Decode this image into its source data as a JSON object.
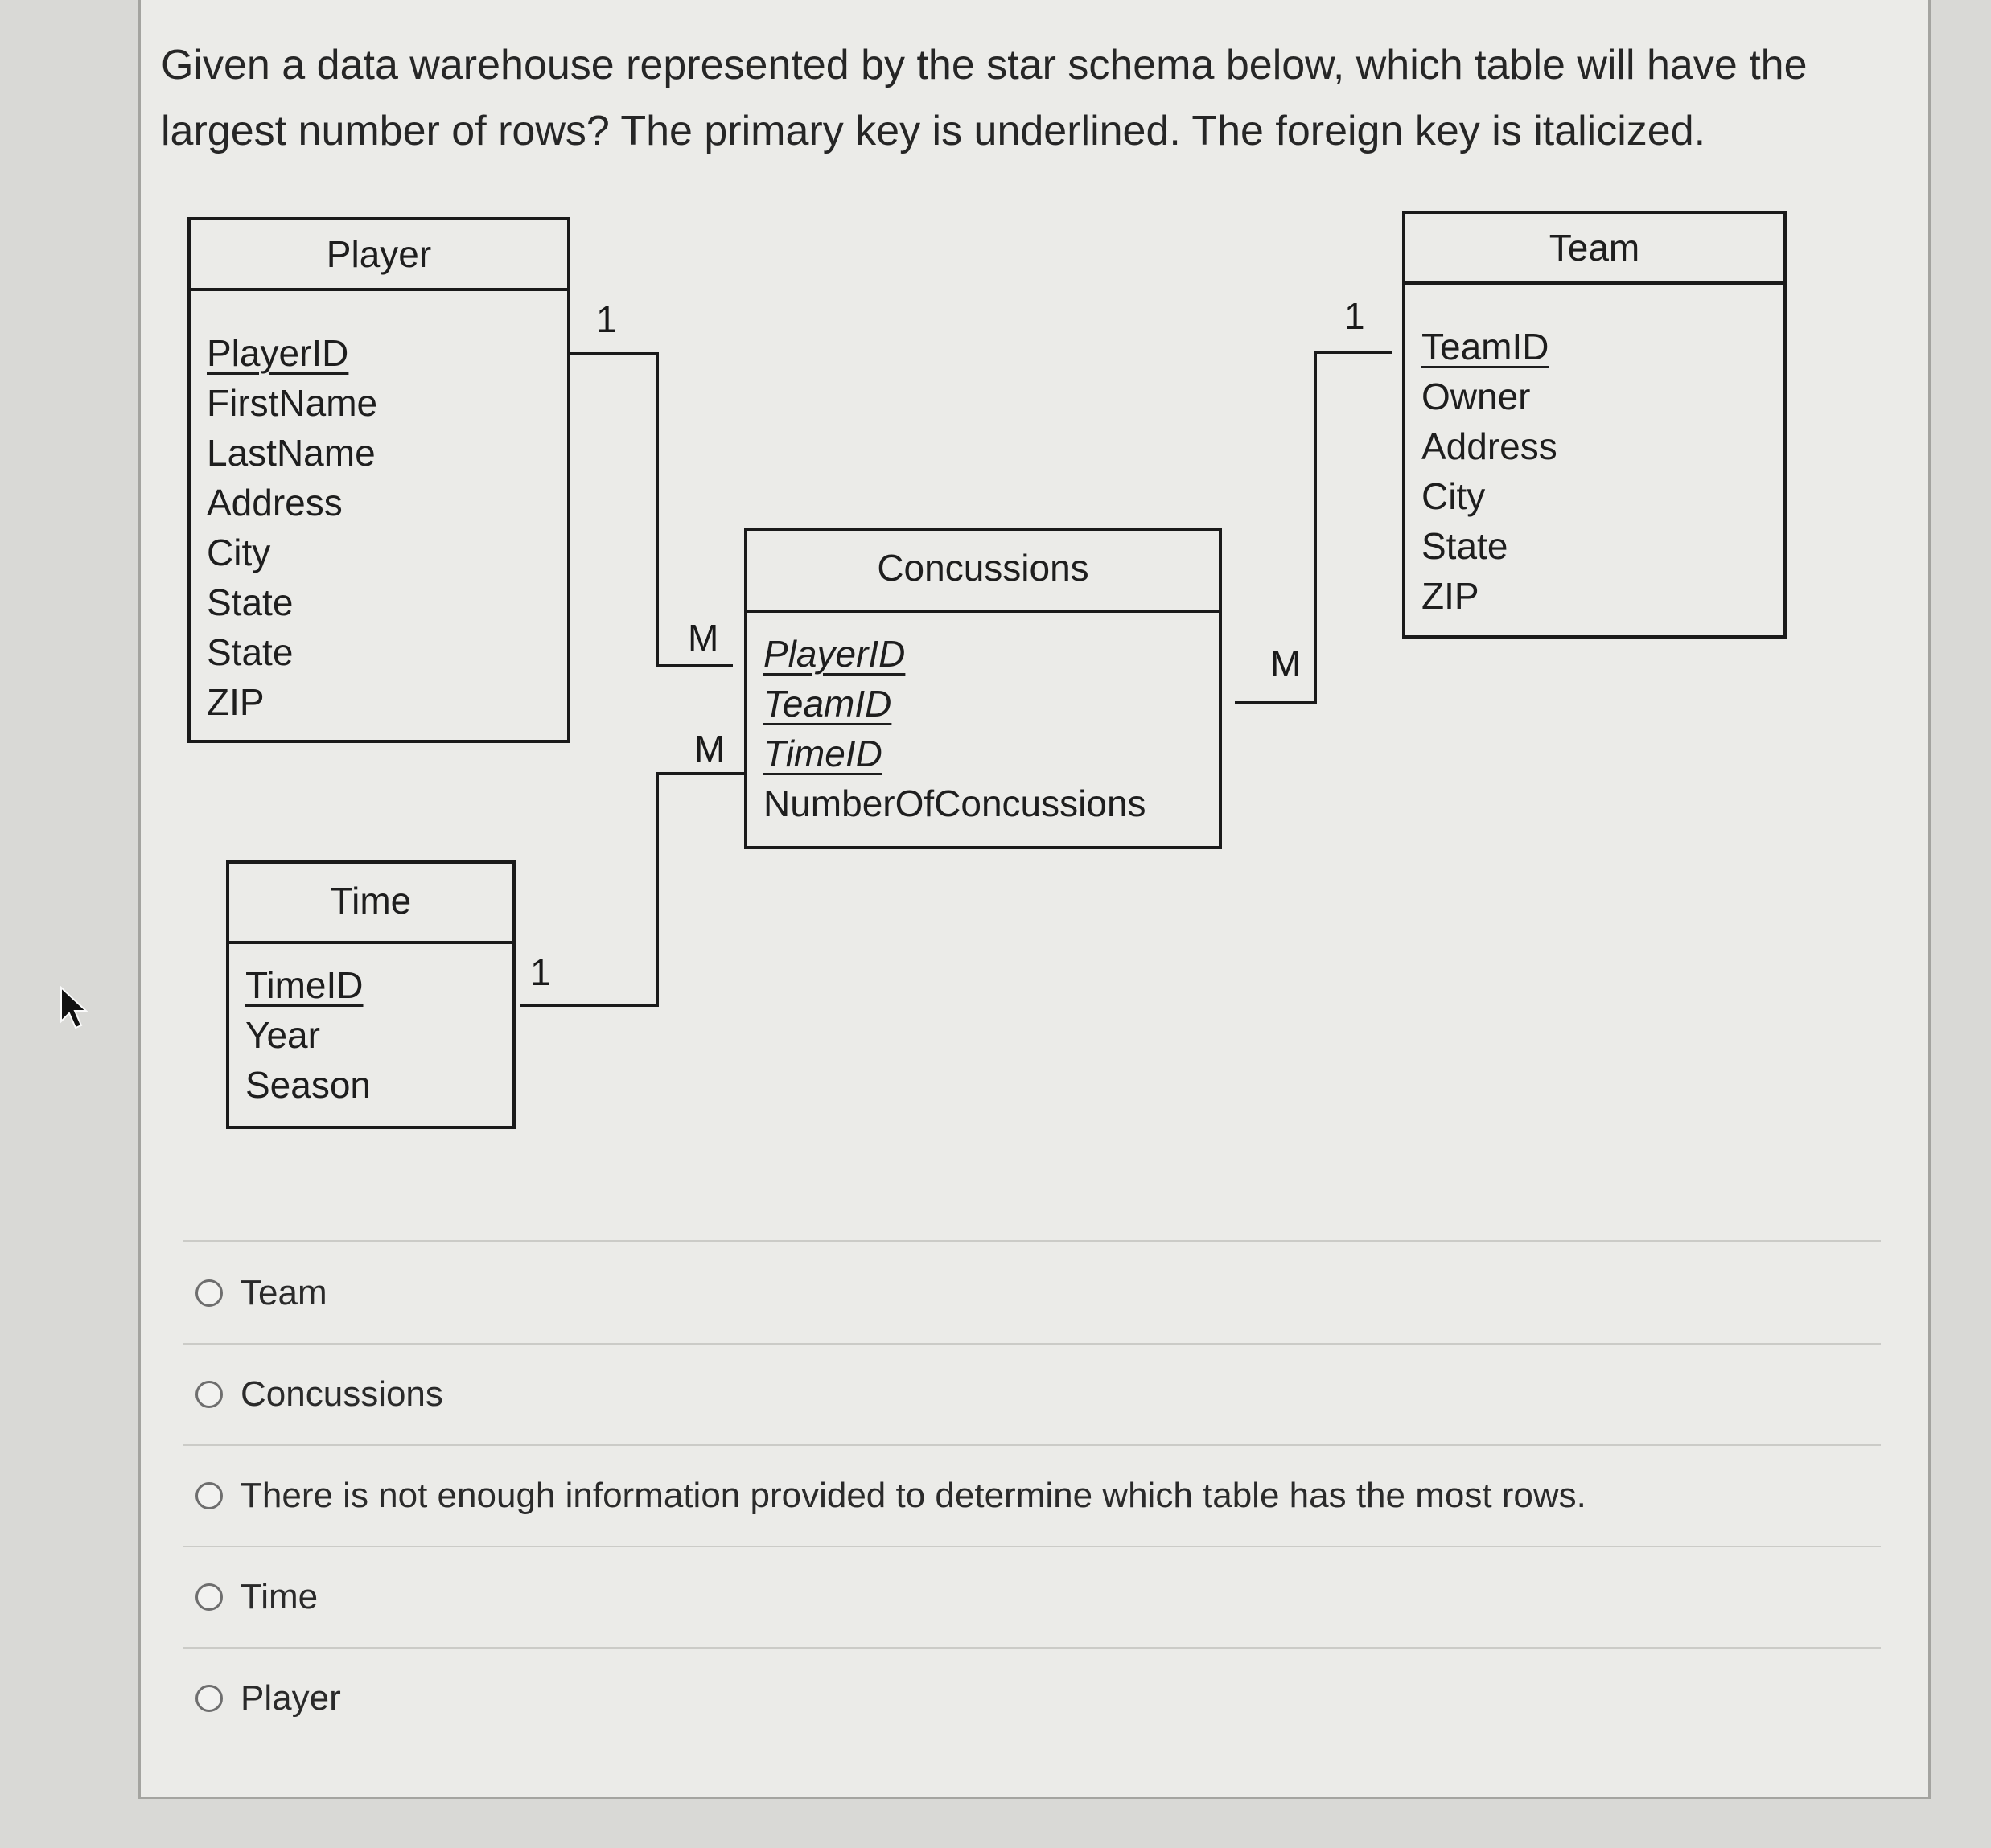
{
  "question": "Given a data warehouse represented by the star schema below, which table will have the largest number of rows? The primary key is underlined. The foreign key is italicized.",
  "diagram": {
    "tables": {
      "player": {
        "title": "Player",
        "attributes": [
          "PlayerID",
          "FirstName",
          "LastName",
          "Address",
          "City",
          "State",
          "State",
          "ZIP"
        ]
      },
      "team": {
        "title": "Team",
        "attributes": [
          "TeamID",
          "Owner",
          "Address",
          "City",
          "State",
          "ZIP"
        ]
      },
      "concussions": {
        "title": "Concussions",
        "attributes": [
          "PlayerID",
          "TeamID",
          "TimeID",
          "NumberOfConcussions"
        ]
      },
      "time": {
        "title": "Time",
        "attributes": [
          "TimeID",
          "Year",
          "Season"
        ]
      }
    },
    "cardinality": {
      "player_side": "1",
      "concussions_player_side": "M",
      "team_side": "1",
      "concussions_team_side": "M",
      "time_side": "1",
      "concussions_time_side": "M"
    }
  },
  "options": [
    "Team",
    "Concussions",
    "There is not enough information provided to determine which table has the most rows.",
    "Time",
    "Player"
  ],
  "icons": {
    "cursor": "mouse-pointer-icon",
    "radio": "radio-button-icon"
  }
}
